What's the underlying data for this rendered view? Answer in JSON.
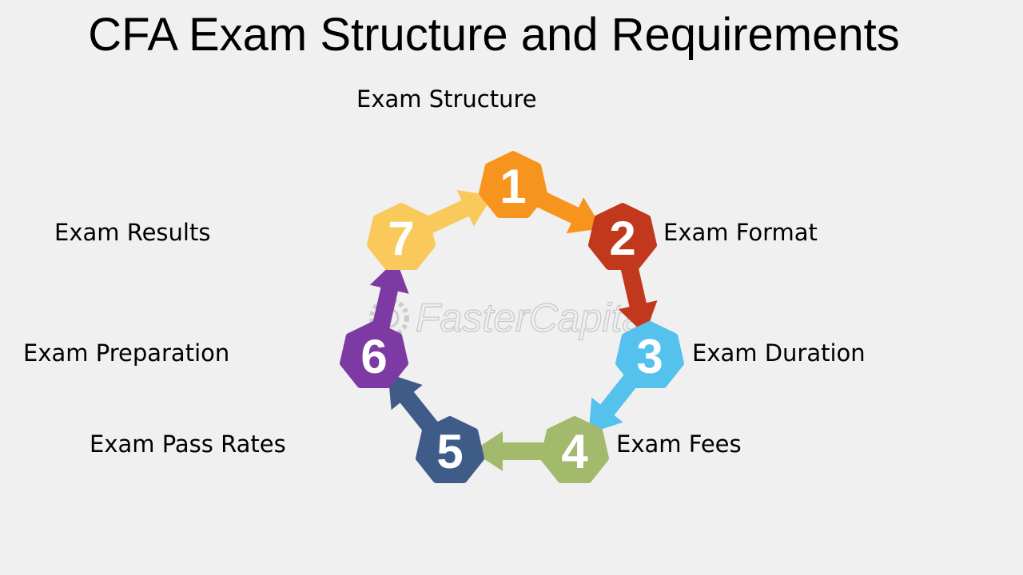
{
  "title": "CFA Exam Structure and Requirements",
  "watermark": "FasterCapital",
  "steps": [
    {
      "number": "1",
      "label": "Exam Structure",
      "color": "#f7941d"
    },
    {
      "number": "2",
      "label": "Exam Format",
      "color": "#c1381c"
    },
    {
      "number": "3",
      "label": "Exam Duration",
      "color": "#55c1ed"
    },
    {
      "number": "4",
      "label": "Exam Fees",
      "color": "#a3b96b"
    },
    {
      "number": "5",
      "label": "Exam Pass Rates",
      "color": "#3f5c88"
    },
    {
      "number": "6",
      "label": "Exam Preparation",
      "color": "#7d3aa3"
    },
    {
      "number": "7",
      "label": "Exam Results",
      "color": "#f9c95b"
    }
  ]
}
